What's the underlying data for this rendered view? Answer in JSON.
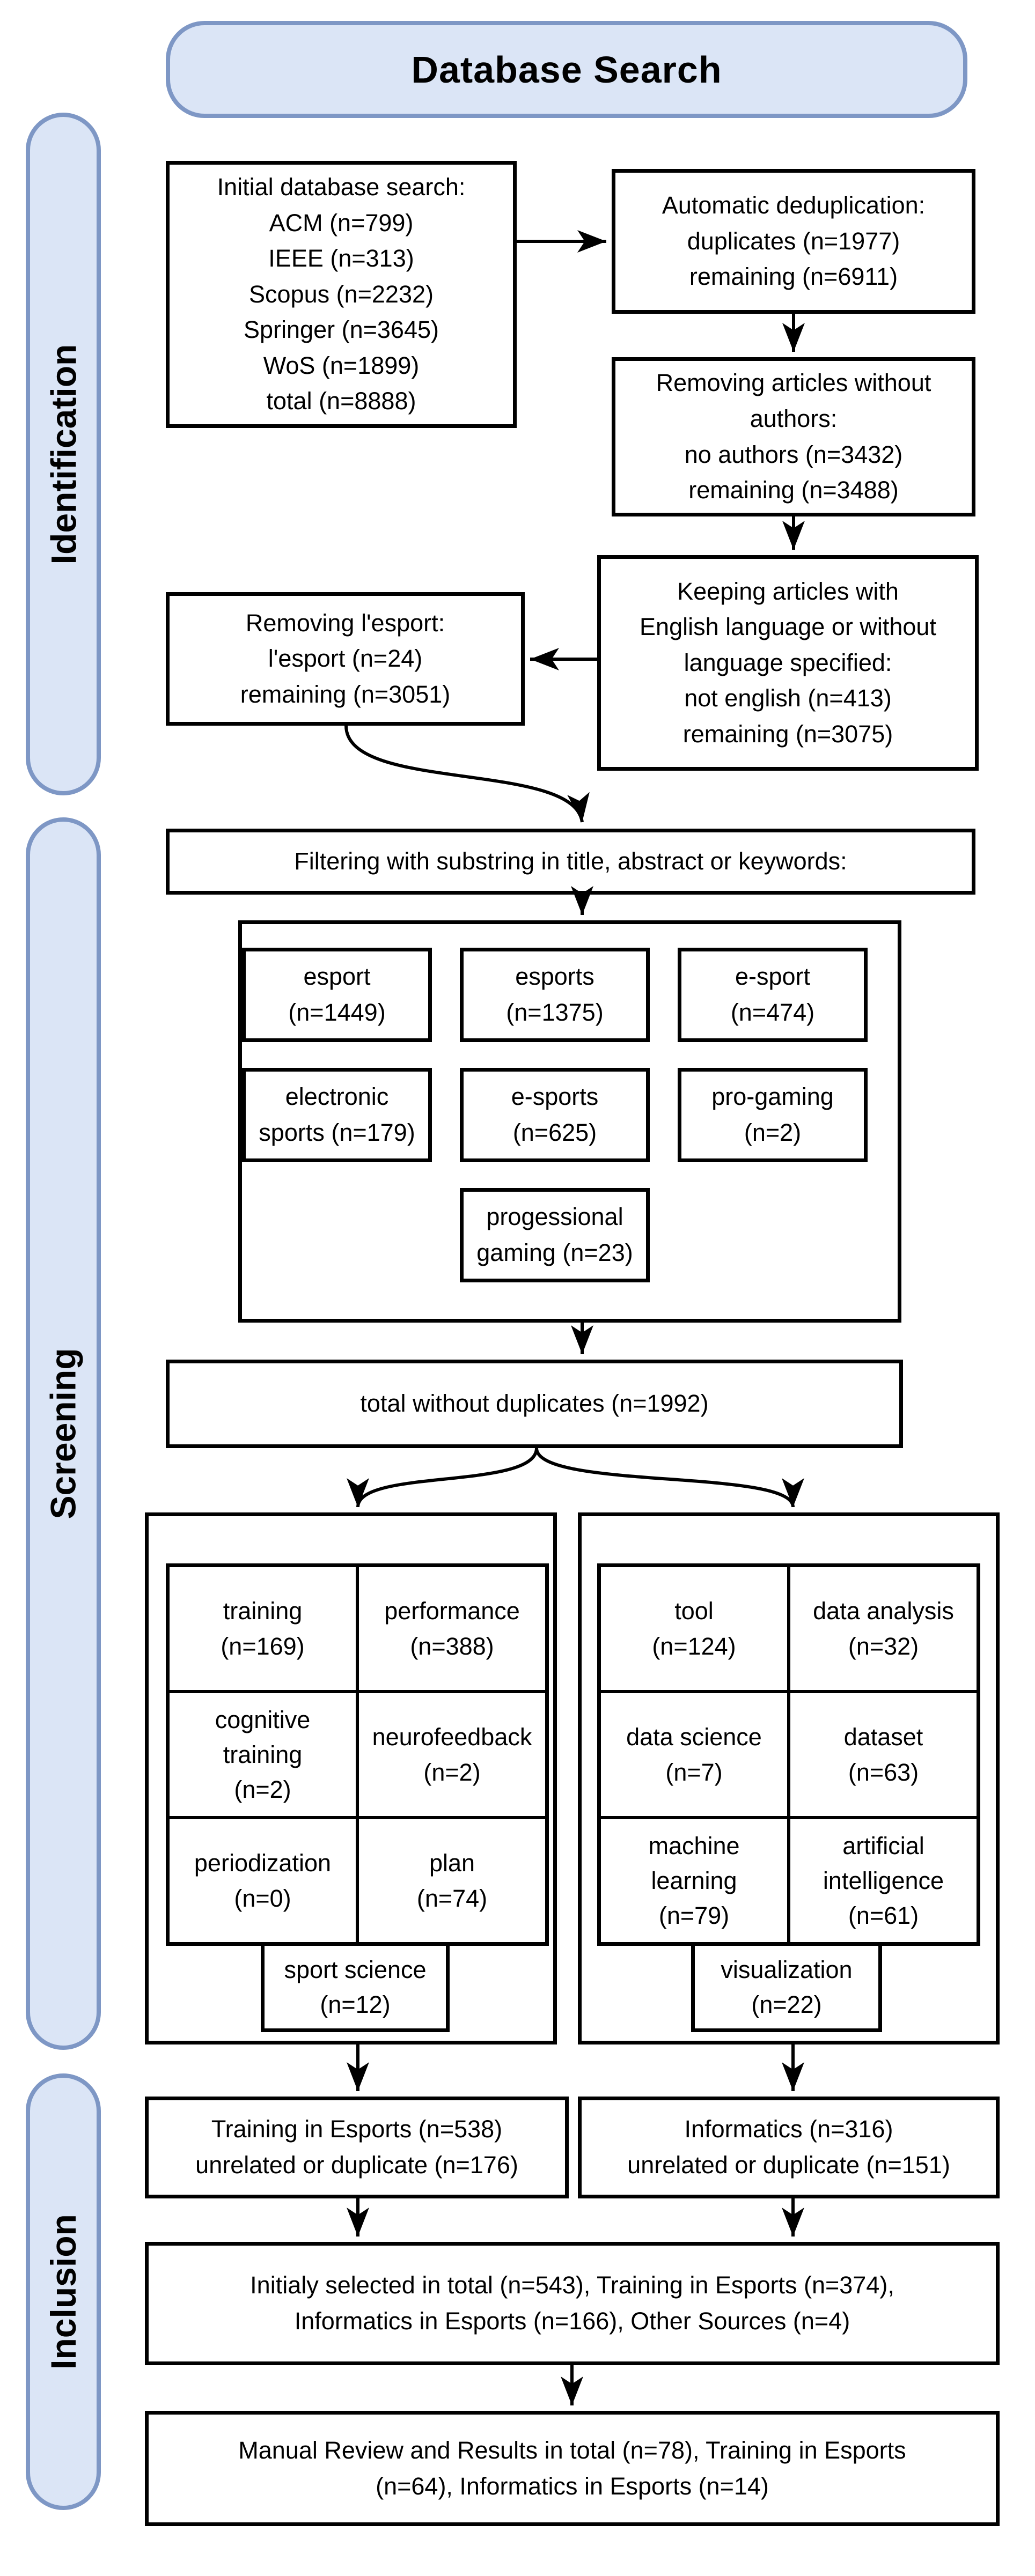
{
  "title": "Database Search",
  "sidebar": {
    "identification": "Identification",
    "screening": "Screening",
    "inclusion": "Inclusion"
  },
  "flow": {
    "initial_search": [
      "Initial database search:",
      "ACM (n=799)",
      "IEEE (n=313)",
      "Scopus (n=2232)",
      "Springer (n=3645)",
      "WoS (n=1899)",
      "total (n=8888)"
    ],
    "deduplication": [
      "Automatic deduplication:",
      "duplicates (n=1977)",
      "remaining (n=6911)"
    ],
    "no_authors": [
      "Removing articles without",
      "authors:",
      "no authors (n=3432)",
      "remaining (n=3488)"
    ],
    "english_filter": [
      "Keeping articles with",
      "English language or without",
      "language specified:",
      "not english (n=413)",
      "remaining (n=3075)"
    ],
    "lesport": [
      "Removing l'esport:",
      "l'esport (n=24)",
      "remaining (n=3051)"
    ],
    "filtering": [
      "Filtering with substring in title, abstract or keywords:"
    ],
    "total_without_duplicates": [
      "total without duplicates (n=1992)"
    ],
    "training_branch": [
      "Training in Esports (n=538)",
      "unrelated or duplicate (n=176)"
    ],
    "informatics_branch": [
      "Informatics (n=316)",
      "unrelated or duplicate (n=151)"
    ],
    "initially_selected": [
      "Initialy selected in total (n=543), Training in Esports (n=374),",
      "Informatics in Esports (n=166), Other Sources (n=4)"
    ],
    "manual_review": [
      "Manual Review and Results in total (n=78), Training in Esports",
      "(n=64), Informatics in Esports (n=14)"
    ]
  },
  "keywords": {
    "cells": [
      {
        "lines": [
          "esport",
          "(n=1449)"
        ]
      },
      {
        "lines": [
          "esports",
          "(n=1375)"
        ]
      },
      {
        "lines": [
          "e-sport",
          "(n=474)"
        ]
      },
      {
        "lines": [
          "electronic",
          "sports (n=179)"
        ]
      },
      {
        "lines": [
          "e-sports",
          "(n=625)"
        ]
      },
      {
        "lines": [
          "pro-gaming",
          "(n=2)"
        ]
      }
    ],
    "extra": {
      "lines": [
        "progessional",
        "gaming (n=23)"
      ]
    }
  },
  "training_grid": {
    "cells": [
      {
        "lines": [
          "training",
          "(n=169)"
        ]
      },
      {
        "lines": [
          "performance",
          "(n=388)"
        ]
      },
      {
        "lines": [
          "cognitive",
          "training",
          "(n=2)"
        ]
      },
      {
        "lines": [
          "neurofeedback",
          "(n=2)"
        ]
      },
      {
        "lines": [
          "periodization",
          "(n=0)"
        ]
      },
      {
        "lines": [
          "plan",
          "(n=74)"
        ]
      }
    ],
    "extra": {
      "lines": [
        "sport science",
        "(n=12)"
      ]
    }
  },
  "informatics_grid": {
    "cells": [
      {
        "lines": [
          "tool",
          "(n=124)"
        ]
      },
      {
        "lines": [
          "data analysis",
          "(n=32)"
        ]
      },
      {
        "lines": [
          "data science",
          "(n=7)"
        ]
      },
      {
        "lines": [
          "dataset",
          "(n=63)"
        ]
      },
      {
        "lines": [
          "machine",
          "learning",
          "(n=79)"
        ]
      },
      {
        "lines": [
          "artificial",
          "intelligence",
          "(n=61)"
        ]
      }
    ],
    "extra": {
      "lines": [
        "visualization",
        "(n=22)"
      ]
    }
  },
  "colors": {
    "pill_fill": "#dbe5f6",
    "pill_border": "#7e97c5",
    "box_border": "#000000",
    "box_fill": "#ffffff",
    "arrow": "#000000"
  }
}
